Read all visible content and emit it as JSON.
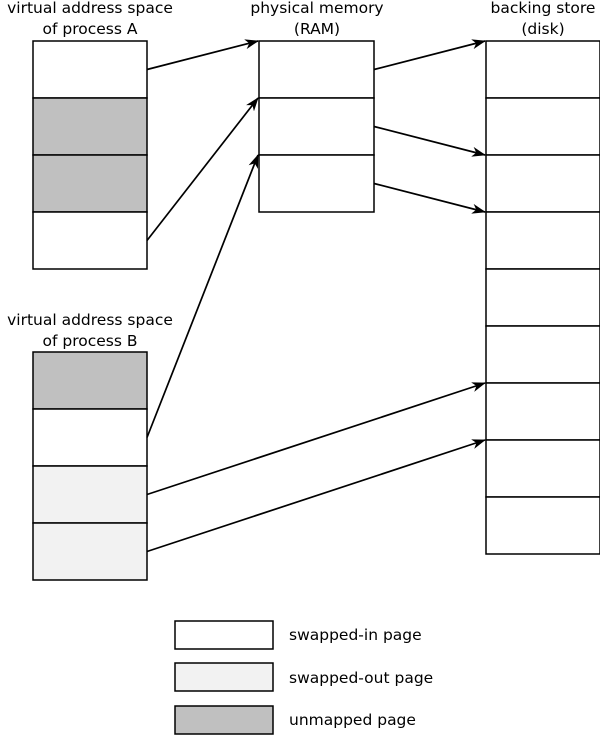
{
  "processA": {
    "title_line1": "virtual address space",
    "title_line2": "of process A",
    "pages": [
      "swapped-in",
      "unmapped",
      "unmapped",
      "swapped-in"
    ]
  },
  "processB": {
    "title_line1": "virtual address space",
    "title_line2": "of process B",
    "pages": [
      "unmapped",
      "swapped-in",
      "swapped-out",
      "swapped-out"
    ]
  },
  "ram": {
    "title_line1": "physical memory",
    "title_line2": "(RAM)",
    "frames": 3
  },
  "disk": {
    "title_line1": "backing store",
    "title_line2": "(disk)",
    "slots": 9
  },
  "mappings": [
    {
      "from": "ram",
      "from_index": 0,
      "to": "disk",
      "to_index": 0
    },
    {
      "from": "ram",
      "from_index": 1,
      "to": "disk",
      "to_index": 2
    },
    {
      "from": "ram",
      "from_index": 2,
      "to": "disk",
      "to_index": 3
    },
    {
      "from": "processA",
      "from_index": 0,
      "to": "ram",
      "to_index": 0
    },
    {
      "from": "processA",
      "from_index": 3,
      "to": "ram",
      "to_index": 1
    },
    {
      "from": "processB",
      "from_index": 1,
      "to": "ram",
      "to_index": 2
    },
    {
      "from": "processB",
      "from_index": 2,
      "to": "disk",
      "to_index": 6
    },
    {
      "from": "processB",
      "from_index": 3,
      "to": "disk",
      "to_index": 7
    }
  ],
  "legend": [
    {
      "kind": "swapped-in",
      "label": "swapped-in page"
    },
    {
      "kind": "swapped-out",
      "label": "swapped-out page"
    },
    {
      "kind": "unmapped",
      "label": "unmapped page"
    }
  ],
  "colors": {
    "swapped-in": "#ffffff",
    "swapped-out": "#f2f2f2",
    "unmapped": "#c0c0c0",
    "line": "#000000"
  }
}
